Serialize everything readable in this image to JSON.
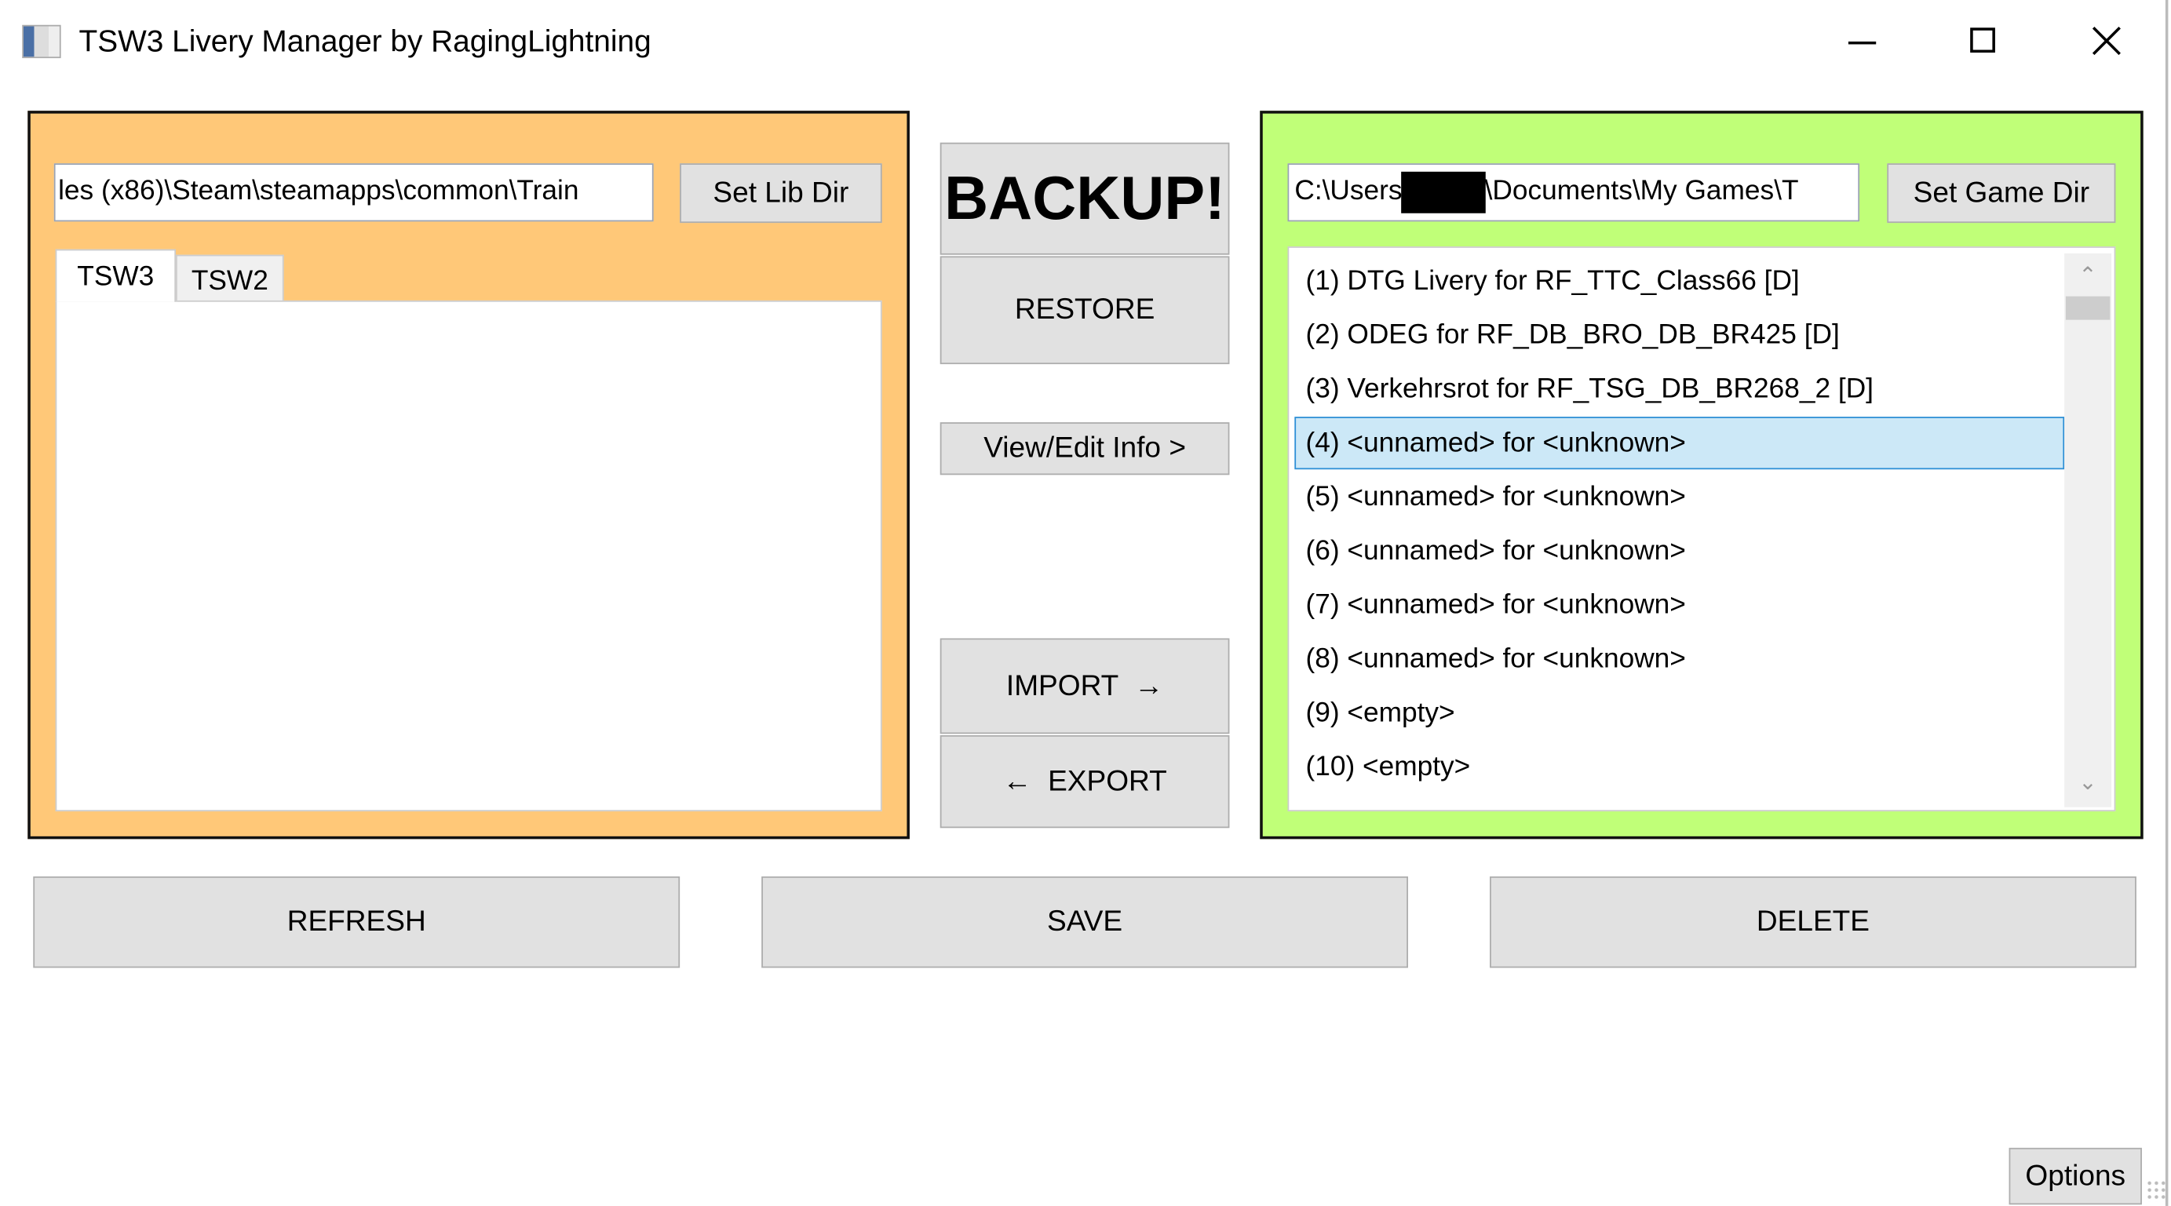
{
  "window": {
    "title": "TSW3 Livery Manager by RagingLightning",
    "icon": "app-icon",
    "controls": [
      "minimize-icon",
      "maximize-icon",
      "close-icon"
    ]
  },
  "library": {
    "path": "les (x86)\\Steam\\steamapps\\common\\Train",
    "set_dir_label": "Set Lib Dir",
    "tabs": [
      {
        "label": "TSW3",
        "selected": true
      },
      {
        "label": "TSW2",
        "selected": false
      }
    ],
    "panel_color": "#FFC878"
  },
  "middle": {
    "backup": "BACKUP!",
    "restore": "RESTORE",
    "view_edit": "View/Edit Info >",
    "import": "IMPORT  →",
    "export": "←  EXPORT"
  },
  "game": {
    "path_prefix": "C:\\Users\\",
    "path_suffix": "\\Documents\\My Games\\T",
    "set_dir_label": "Set Game Dir",
    "panel_color": "#C0FF78",
    "items": [
      "(1) DTG Livery for RF_TTC_Class66 [D]",
      "(2) ODEG for RF_DB_BRO_DB_BR425 [D]",
      "(3) Verkehrsrot for RF_TSG_DB_BR268_2 [D]",
      "(4) <unnamed> for <unknown>",
      "(5) <unnamed> for <unknown>",
      "(6) <unnamed> for <unknown>",
      "(7) <unnamed> for <unknown>",
      "(8) <unnamed> for <unknown>",
      "(9) <empty>",
      "(10) <empty>"
    ],
    "selected_index": 3
  },
  "bottom": {
    "refresh": "REFRESH",
    "save": "SAVE",
    "delete": "DELETE",
    "options": "Options"
  }
}
